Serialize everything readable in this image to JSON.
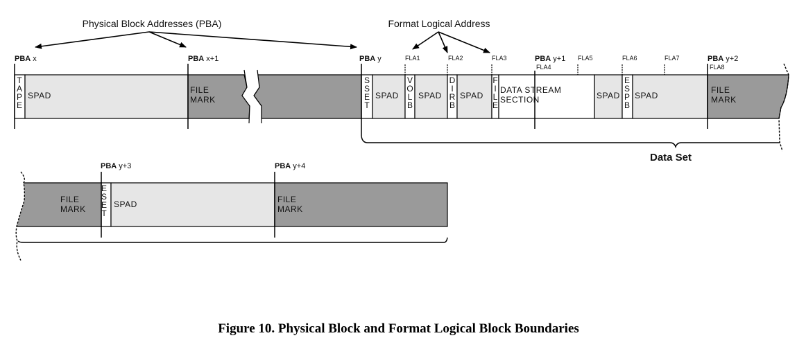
{
  "headings": {
    "pba": "Physical Block Addresses (PBA)",
    "fla": "Format Logical Address"
  },
  "pba_labels": [
    {
      "prefix": "PBA",
      "suffix": "x"
    },
    {
      "prefix": "PBA",
      "suffix": "x+1"
    },
    {
      "prefix": "PBA",
      "suffix": "y"
    },
    {
      "prefix": "PBA",
      "suffix": "y+1"
    },
    {
      "prefix": "PBA",
      "suffix": "y+2"
    },
    {
      "prefix": "PBA",
      "suffix": "y+3"
    },
    {
      "prefix": "PBA",
      "suffix": "y+4"
    }
  ],
  "fla_labels": [
    "FLA1",
    "FLA2",
    "FLA3",
    "FLA4",
    "FLA5",
    "FLA6",
    "FLA7",
    "FLA8"
  ],
  "row1_cells": [
    {
      "text": "TAPE",
      "vertical": true,
      "fill": "white"
    },
    {
      "text": "SPAD",
      "vertical": false,
      "fill": "light"
    },
    {
      "text": "FILE MARK",
      "vertical": false,
      "fill": "dark"
    },
    {
      "text": "",
      "vertical": false,
      "fill": "dark"
    },
    {
      "text": "SSET",
      "vertical": true,
      "fill": "white"
    },
    {
      "text": "SPAD",
      "vertical": false,
      "fill": "light"
    },
    {
      "text": "VOLB",
      "vertical": true,
      "fill": "white"
    },
    {
      "text": "SPAD",
      "vertical": false,
      "fill": "light"
    },
    {
      "text": "DIRB",
      "vertical": true,
      "fill": "white"
    },
    {
      "text": "SPAD",
      "vertical": false,
      "fill": "light"
    },
    {
      "text": "FILE",
      "vertical": true,
      "fill": "white"
    },
    {
      "text": "DATA STREAM SECTION",
      "vertical": false,
      "fill": "white"
    },
    {
      "text": "SPAD",
      "vertical": false,
      "fill": "light"
    },
    {
      "text": "ESPB",
      "vertical": true,
      "fill": "white"
    },
    {
      "text": "SPAD",
      "vertical": false,
      "fill": "light"
    },
    {
      "text": "FILE MARK",
      "vertical": false,
      "fill": "dark"
    }
  ],
  "row2_cells": [
    {
      "text": "FILE MARK",
      "vertical": false,
      "fill": "dark"
    },
    {
      "text": "ESET",
      "vertical": true,
      "fill": "white"
    },
    {
      "text": "SPAD",
      "vertical": false,
      "fill": "light"
    },
    {
      "text": "FILE MARK",
      "vertical": false,
      "fill": "dark"
    }
  ],
  "dataset_label": "Data Set",
  "caption": "Figure 10. Physical Block and Format Logical Block Boundaries",
  "colors": {
    "dark": "#9a9a9a",
    "light": "#e6e6e6",
    "white": "#ffffff",
    "stroke": "#000000"
  }
}
